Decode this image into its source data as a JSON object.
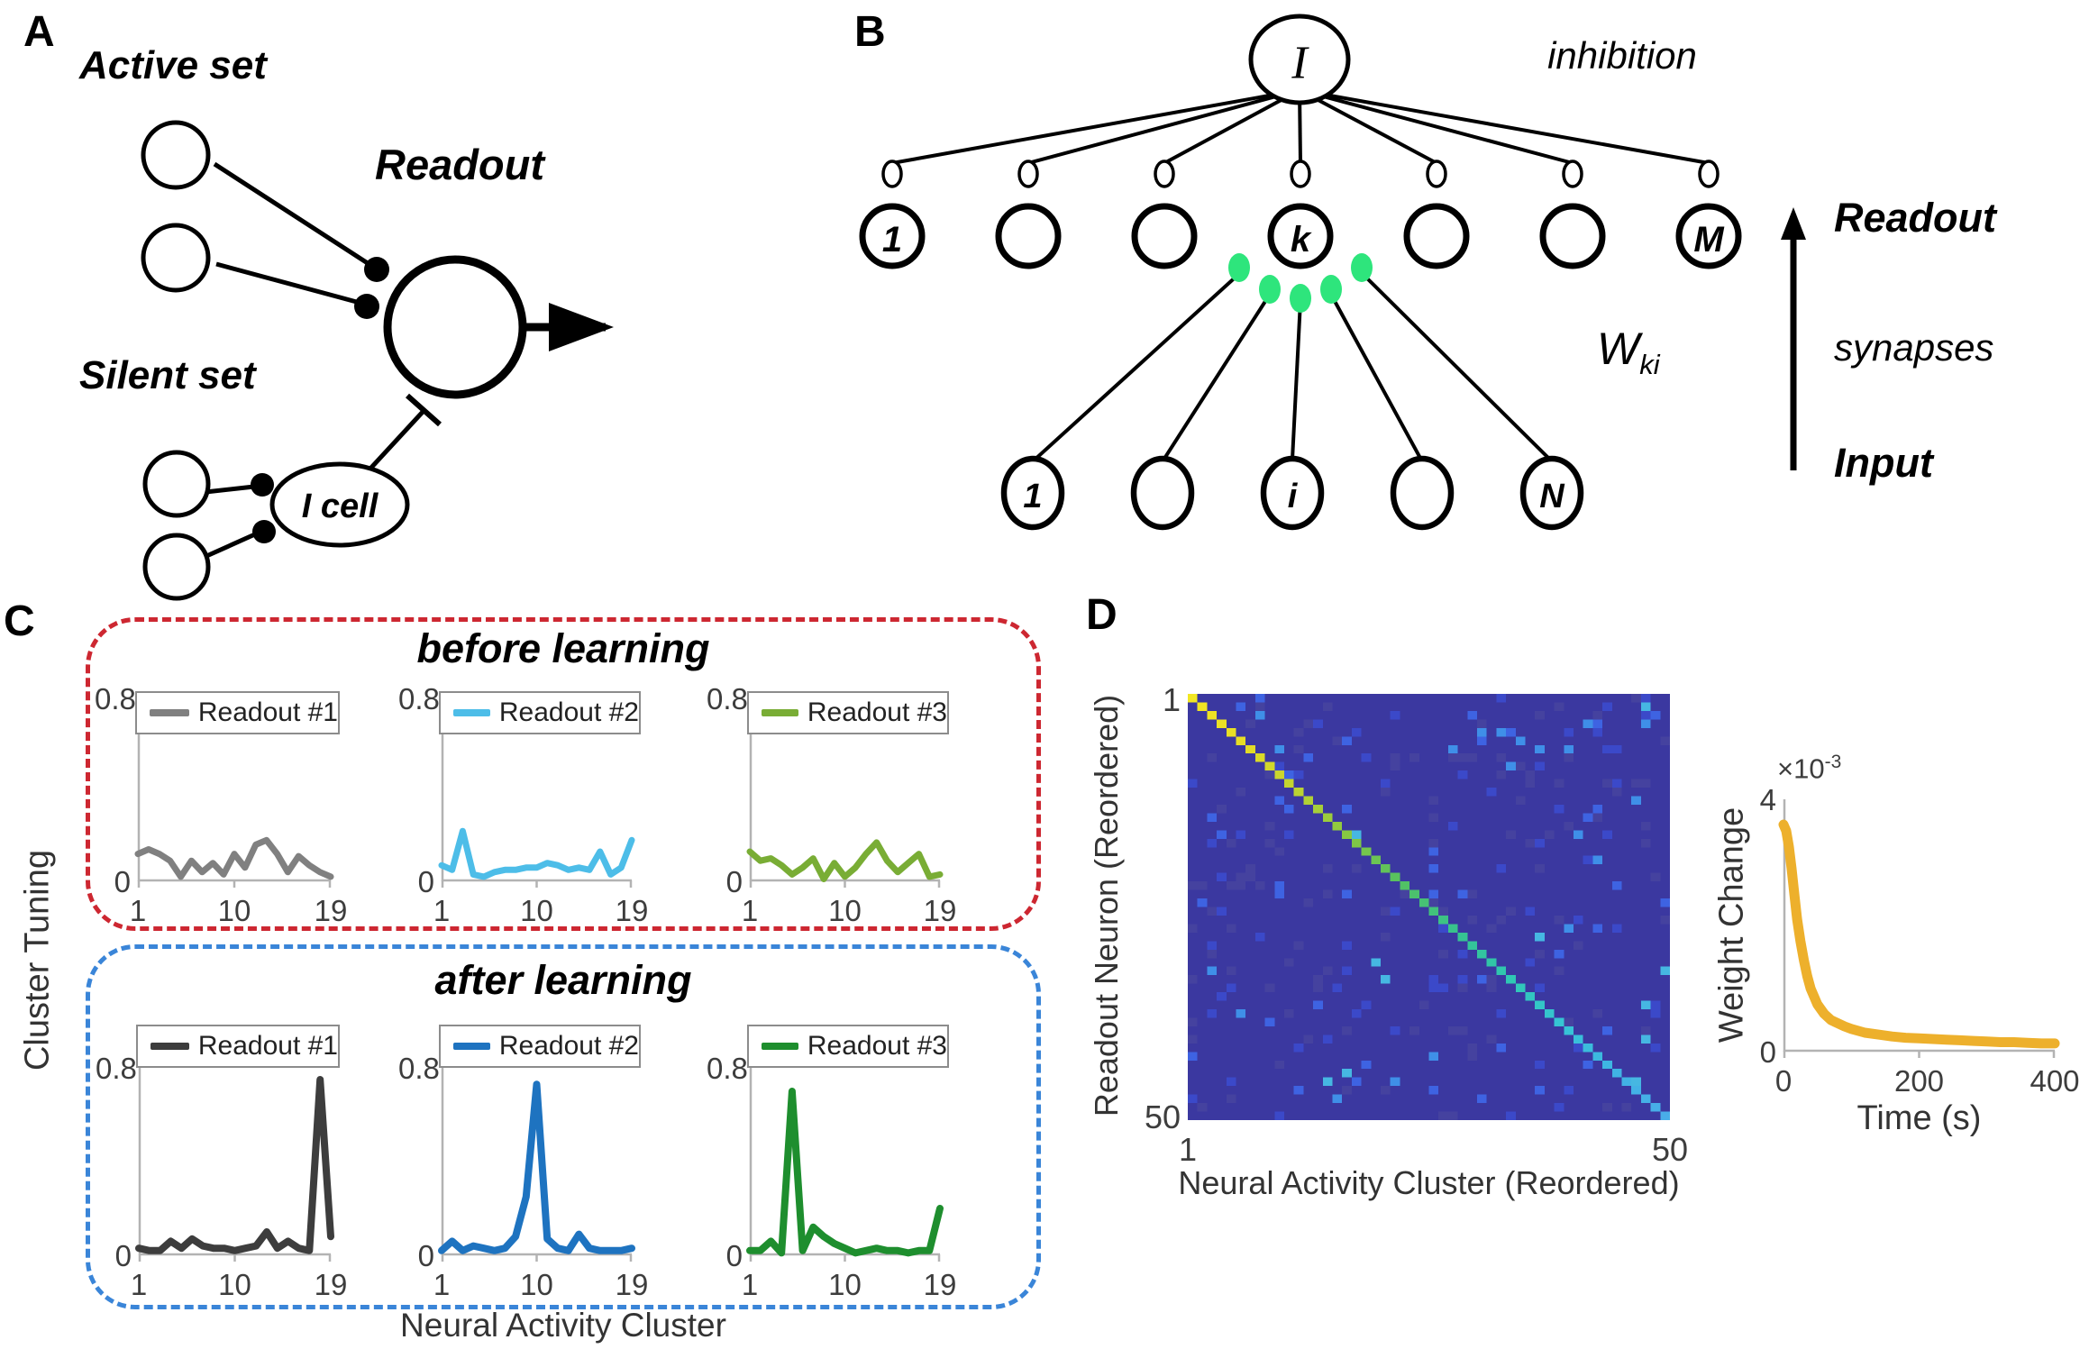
{
  "panelA": {
    "label": "A",
    "active_set_label": "Active set",
    "silent_set_label": "Silent set",
    "readout_label": "Readout",
    "icell_label": "I cell"
  },
  "panelB": {
    "label": "B",
    "inhibitory_pool_label": "I",
    "inhibition_label": "inhibition",
    "readout_labels": {
      "first": "1",
      "k": "k",
      "last": "M"
    },
    "input_labels": {
      "first": "1",
      "i": "i",
      "last": "N"
    },
    "weight_symbol": "W",
    "weight_sub": "ki",
    "axis_readout": "Readout",
    "axis_synapses": "synapses",
    "axis_input": "Input",
    "synapse_color": "#2ee57c"
  },
  "panelC": {
    "label": "C",
    "ylabel": "Cluster Tuning",
    "xlabel": "Neural Activity Cluster",
    "before": {
      "title": "before learning",
      "border_color": "#cd2731"
    },
    "after": {
      "title": "after learning",
      "border_color": "#3a85d8"
    }
  },
  "panelD": {
    "label": "D"
  },
  "chart_data": [
    {
      "id": "before_readout1",
      "type": "line",
      "legend": "Readout #1",
      "color": "#808080",
      "x": [
        1,
        2,
        3,
        4,
        5,
        6,
        7,
        8,
        9,
        10,
        11,
        12,
        13,
        14,
        15,
        16,
        17,
        18,
        19
      ],
      "values": [
        0.12,
        0.14,
        0.12,
        0.09,
        0.02,
        0.09,
        0.04,
        0.08,
        0.03,
        0.12,
        0.06,
        0.16,
        0.18,
        0.12,
        0.04,
        0.11,
        0.07,
        0.04,
        0.02
      ],
      "xlim": [
        1,
        19
      ],
      "ylim": [
        0,
        0.8
      ],
      "xticks": [
        {
          "v": 1,
          "label": "1"
        },
        {
          "v": 10,
          "label": "10"
        },
        {
          "v": 19,
          "label": "19"
        }
      ],
      "yticks": [
        {
          "v": 0,
          "label": "0"
        },
        {
          "v": 0.8,
          "label": "0.8"
        }
      ]
    },
    {
      "id": "before_readout2",
      "type": "line",
      "legend": "Readout #2",
      "color": "#4dbde8",
      "x": [
        1,
        2,
        3,
        4,
        5,
        6,
        7,
        8,
        9,
        10,
        11,
        12,
        13,
        14,
        15,
        16,
        17,
        18,
        19
      ],
      "values": [
        0.07,
        0.05,
        0.22,
        0.03,
        0.02,
        0.04,
        0.05,
        0.05,
        0.06,
        0.06,
        0.08,
        0.07,
        0.05,
        0.06,
        0.05,
        0.13,
        0.03,
        0.06,
        0.18
      ],
      "xlim": [
        1,
        19
      ],
      "ylim": [
        0,
        0.8
      ],
      "xticks": [
        {
          "v": 1,
          "label": "1"
        },
        {
          "v": 10,
          "label": "10"
        },
        {
          "v": 19,
          "label": "19"
        }
      ],
      "yticks": [
        {
          "v": 0,
          "label": "0"
        },
        {
          "v": 0.8,
          "label": "0.8"
        }
      ]
    },
    {
      "id": "before_readout3",
      "type": "line",
      "legend": "Readout #3",
      "color": "#79ad35",
      "x": [
        1,
        2,
        3,
        4,
        5,
        6,
        7,
        8,
        9,
        10,
        11,
        12,
        13,
        14,
        15,
        16,
        17,
        18,
        19
      ],
      "values": [
        0.13,
        0.09,
        0.1,
        0.07,
        0.03,
        0.06,
        0.1,
        0.01,
        0.08,
        0.02,
        0.06,
        0.12,
        0.17,
        0.09,
        0.04,
        0.08,
        0.12,
        0.02,
        0.03
      ],
      "xlim": [
        1,
        19
      ],
      "ylim": [
        0,
        0.8
      ],
      "xticks": [
        {
          "v": 1,
          "label": "1"
        },
        {
          "v": 10,
          "label": "10"
        },
        {
          "v": 19,
          "label": "19"
        }
      ],
      "yticks": [
        {
          "v": 0,
          "label": "0"
        },
        {
          "v": 0.8,
          "label": "0.8"
        }
      ]
    },
    {
      "id": "after_readout1",
      "type": "line",
      "legend": "Readout #1",
      "color": "#3d3d3d",
      "x": [
        1,
        2,
        3,
        4,
        5,
        6,
        7,
        8,
        9,
        10,
        11,
        12,
        13,
        14,
        15,
        16,
        17,
        18,
        19
      ],
      "values": [
        0.03,
        0.02,
        0.02,
        0.06,
        0.03,
        0.07,
        0.04,
        0.03,
        0.03,
        0.02,
        0.03,
        0.04,
        0.1,
        0.03,
        0.06,
        0.03,
        0.02,
        0.75,
        0.08
      ],
      "xlim": [
        1,
        19
      ],
      "ylim": [
        0,
        0.8
      ],
      "xticks": [
        {
          "v": 1,
          "label": "1"
        },
        {
          "v": 10,
          "label": "10"
        },
        {
          "v": 19,
          "label": "19"
        }
      ],
      "yticks": [
        {
          "v": 0,
          "label": "0"
        },
        {
          "v": 0.8,
          "label": "0.8"
        }
      ]
    },
    {
      "id": "after_readout2",
      "type": "line",
      "legend": "Readout #2",
      "color": "#1e73c0",
      "x": [
        1,
        2,
        3,
        4,
        5,
        6,
        7,
        8,
        9,
        10,
        11,
        12,
        13,
        14,
        15,
        16,
        17,
        18,
        19
      ],
      "values": [
        0.02,
        0.06,
        0.02,
        0.04,
        0.03,
        0.02,
        0.03,
        0.08,
        0.25,
        0.73,
        0.07,
        0.03,
        0.02,
        0.09,
        0.03,
        0.02,
        0.02,
        0.02,
        0.03
      ],
      "xlim": [
        1,
        19
      ],
      "ylim": [
        0,
        0.8
      ],
      "xticks": [
        {
          "v": 1,
          "label": "1"
        },
        {
          "v": 10,
          "label": "10"
        },
        {
          "v": 19,
          "label": "19"
        }
      ],
      "yticks": [
        {
          "v": 0,
          "label": "0"
        },
        {
          "v": 0.8,
          "label": "0.8"
        }
      ]
    },
    {
      "id": "after_readout3",
      "type": "line",
      "legend": "Readout #3",
      "color": "#1e8e2e",
      "x": [
        1,
        2,
        3,
        4,
        5,
        6,
        7,
        8,
        9,
        10,
        11,
        12,
        13,
        14,
        15,
        16,
        17,
        18,
        19
      ],
      "values": [
        0.02,
        0.02,
        0.06,
        0.01,
        0.7,
        0.02,
        0.12,
        0.08,
        0.05,
        0.03,
        0.01,
        0.02,
        0.03,
        0.02,
        0.02,
        0.01,
        0.02,
        0.02,
        0.2
      ],
      "xlim": [
        1,
        19
      ],
      "ylim": [
        0,
        0.8
      ],
      "xticks": [
        {
          "v": 1,
          "label": "1"
        },
        {
          "v": 10,
          "label": "10"
        },
        {
          "v": 19,
          "label": "19"
        }
      ],
      "yticks": [
        {
          "v": 0,
          "label": "0"
        },
        {
          "v": 0.8,
          "label": "0.8"
        }
      ]
    },
    {
      "id": "weight_matrix",
      "type": "heatmap",
      "xlabel": "Neural Activity Cluster (Reordered)",
      "ylabel": "Readout Neuron (Reordered)",
      "size": 50,
      "xticks": [
        {
          "v": 1,
          "label": "1"
        },
        {
          "v": 50,
          "label": "50"
        }
      ],
      "yticks": [
        {
          "v": 1,
          "label": "1"
        },
        {
          "v": 50,
          "label": "50"
        }
      ],
      "background": "#3b38a0",
      "diagonal_colors": [
        "#f2e723",
        "#e6dd26",
        "#bcd332",
        "#84c843",
        "#52c163",
        "#37c28e",
        "#2fc7b2",
        "#36c5d4",
        "#3fb4e4",
        "#49ade9"
      ],
      "noise_levels": [
        {
          "p": 0.052,
          "color": "#45429f"
        },
        {
          "p": 0.028,
          "color": "#3b49c9"
        },
        {
          "p": 0.014,
          "color": "#3e63e2"
        },
        {
          "p": 0.008,
          "color": "#3f8fe8"
        },
        {
          "p": 0.004,
          "color": "#46b7e2"
        }
      ],
      "noise_seed": 11,
      "description": "Strong weights along the diagonal, decreasing from yellow at (1,1) to light blue at (50,50), with sparse weak off-diagonal weights"
    },
    {
      "id": "weight_change",
      "type": "line",
      "legend": "",
      "color": "#edb02c",
      "xlabel": "Time (s)",
      "ylabel": "Weight Change",
      "multiplier_base": "×10",
      "multiplier_exp": "-3",
      "x": [
        0,
        4,
        8,
        12,
        16,
        20,
        25,
        30,
        35,
        40,
        50,
        60,
        70,
        80,
        90,
        100,
        120,
        140,
        160,
        180,
        200,
        220,
        240,
        260,
        280,
        300,
        320,
        340,
        360,
        380,
        400
      ],
      "values": [
        3.6,
        3.5,
        3.25,
        2.9,
        2.5,
        2.1,
        1.75,
        1.45,
        1.2,
        1.0,
        0.75,
        0.6,
        0.5,
        0.45,
        0.4,
        0.36,
        0.3,
        0.27,
        0.24,
        0.22,
        0.21,
        0.2,
        0.19,
        0.18,
        0.17,
        0.16,
        0.15,
        0.15,
        0.14,
        0.13,
        0.13
      ],
      "xlim": [
        0,
        400
      ],
      "ylim": [
        0,
        4
      ],
      "xticks": [
        {
          "v": 0,
          "label": "0"
        },
        {
          "v": 200,
          "label": "200"
        },
        {
          "v": 400,
          "label": "400"
        }
      ],
      "yticks": [
        {
          "v": 0,
          "label": "0"
        },
        {
          "v": 4,
          "label": "4"
        }
      ]
    }
  ]
}
